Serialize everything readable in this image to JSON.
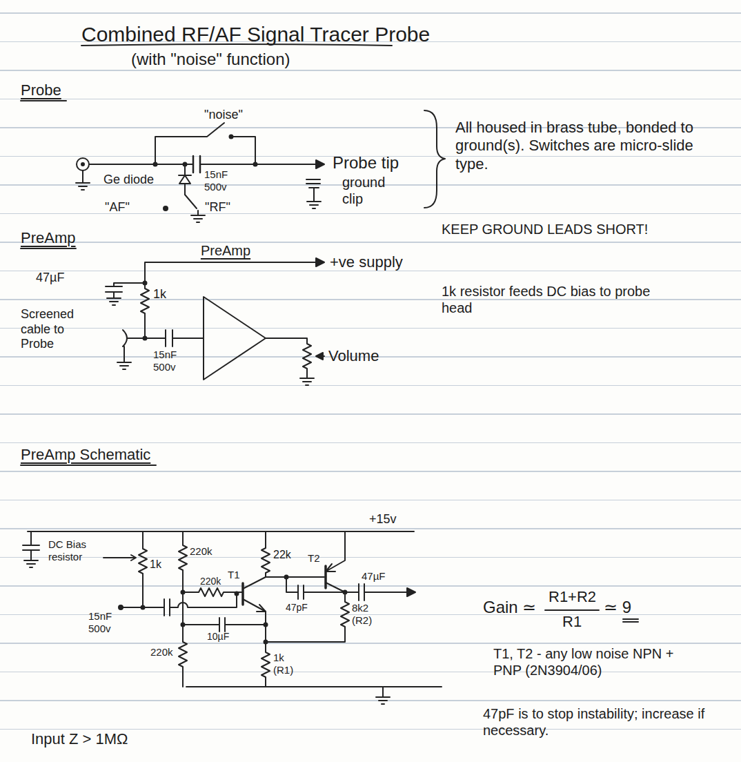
{
  "diagram": {
    "title": "Combined RF/AF Signal Tracer Probe",
    "nodes": [
      {
        "text": [
          "PreAmp"
        ]
      }
    ],
    "labels": [
      "(with \"noise\" function)",
      "Probe",
      "\"noise\"",
      "Ge diode",
      "15nF 500v",
      "\"AF\"",
      "\"RF\"",
      "Probe tip",
      "ground clip",
      "All housed in brass tube, bonded to ground(s). Switches are micro-slide type.",
      "KEEP GROUND LEADS SHORT!",
      "PreAmp",
      "+ve supply",
      "47µF",
      "1k",
      "Screened cable to Probe",
      "15nF 500v",
      "Volume",
      "1k resistor feeds DC bias to probe head",
      "PreAmp Schematic",
      "+15v",
      "DC Bias resistor",
      "1k",
      "220k",
      "220k",
      "22k",
      "T1",
      "T2",
      "47µF",
      "47pF",
      "8k2 (R2)",
      "15nF 500v",
      "220k",
      "10µF",
      "1k (R1)",
      "Gain ≃",
      "R1+R2",
      "R1",
      "≃ 9",
      "T1, T2 - any low noise NPN + PNP (2N3904/06)",
      "47pF is to stop instability; increase if necessary.",
      "Input Z > 1MΩ"
    ]
  }
}
